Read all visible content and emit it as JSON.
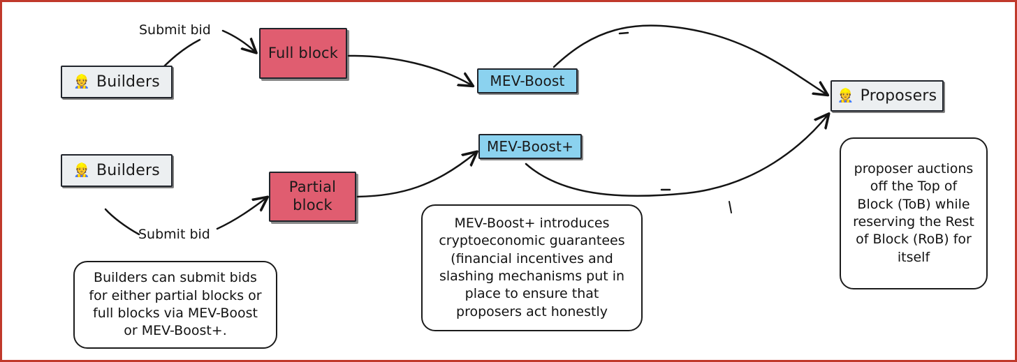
{
  "diagram": {
    "title": "MEV-Boost and MEV-Boost+ block auction flow",
    "frame_color": "#c0392b",
    "colors": {
      "actor_fill": "#eceff1",
      "block_fill": "#e05d70",
      "relay_fill": "#8bd2ef",
      "stroke": "#20242b",
      "note_fill": "#ffffff"
    }
  },
  "nodes": {
    "builders_top": {
      "label": "Builders",
      "icon": "construction-worker-emoji",
      "icon_glyph": "👷"
    },
    "builders_bottom": {
      "label": "Builders",
      "icon": "construction-worker-emoji",
      "icon_glyph": "👷"
    },
    "full_block": {
      "label": "Full block"
    },
    "partial_block": {
      "label": "Partial\nblock"
    },
    "mev_boost": {
      "label": "MEV-Boost"
    },
    "mev_boost_plus": {
      "label": "MEV-Boost+"
    },
    "proposers": {
      "label": "Proposers",
      "icon": "construction-worker-emoji",
      "icon_glyph": "👷"
    }
  },
  "edge_labels": {
    "submit_bid_top": "Submit bid",
    "submit_bid_bottom": "Submit bid"
  },
  "notes": {
    "builders_note": "Builders can submit bids\nfor either partial blocks or\nfull blocks via MEV-Boost\nor MEV-Boost+.",
    "mevboostplus_note": "MEV-Boost+ introduces\ncryptoeconomic guarantees\n(financial incentives and\nslashing mechanisms put in\nplace to ensure that\nproposers act honestly",
    "proposer_note": "proposer auctions\noff the Top of\nBlock (ToB) while\nreserving the Rest\nof Block (RoB) for\nitself"
  }
}
